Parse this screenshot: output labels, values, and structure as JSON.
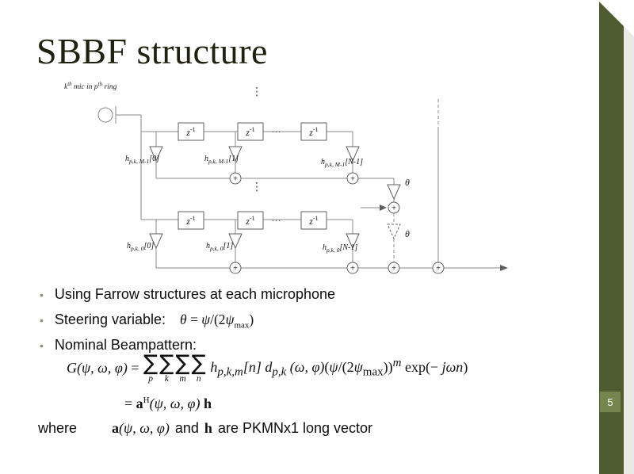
{
  "slide": {
    "title": "SBBF structure",
    "page_number": "5"
  },
  "colors": {
    "accent_band": "#4e5c30",
    "page_badge": "#75854e",
    "title": "#21210f",
    "bullet_marker": "#8b8b75"
  },
  "diagram": {
    "mic_label": {
      "k": "k",
      "sup1": "th",
      "mid": " mic in ",
      "p": "p",
      "sup2": "th",
      "tail": " ring"
    },
    "delay": {
      "base": "z",
      "exp": "-1"
    },
    "ellipsis": "...",
    "vdots": "⋮",
    "theta": "θ",
    "plus": "+",
    "row1_taps": [
      {
        "base": "h",
        "sub": "p,k, M-1",
        "idx": "[0]"
      },
      {
        "base": "h",
        "sub": "p,k, M-1",
        "idx": "[1]"
      },
      {
        "base": "h",
        "sub": "p,k, M-1",
        "idx": "[N-1]"
      }
    ],
    "row2_taps": [
      {
        "base": "h",
        "sub": "p,k, 0",
        "idx": "[0]"
      },
      {
        "base": "h",
        "sub": "p,k, 0",
        "idx": "[1]"
      },
      {
        "base": "h",
        "sub": "p,k, 0",
        "idx": "[N-1]"
      }
    ]
  },
  "bullets": {
    "b1": "Using Farrow structures at each microphone",
    "b2": "Steering variable:",
    "b3": "Nominal Beampattern:"
  },
  "formulas": {
    "steering": {
      "theta": "θ",
      "eq": " = ",
      "psi": "ψ",
      "open": "/(2",
      "psi2": "ψ",
      "max": "max",
      "close": ")"
    },
    "beampattern": {
      "G": "G",
      "Gargs": "(ψ, ω, φ)",
      "eq": " = ",
      "sigma": "∑",
      "lim_p": "p",
      "lim_k": "k",
      "lim_m": "m",
      "lim_n": "n",
      "h": "h",
      "hsub": "p,k,m",
      "nidx": "[n]",
      "d": "d",
      "dsub": "p,k",
      "dargs": "(ω, φ)",
      "popen": "(",
      "psi": "ψ",
      "mid": "/(2",
      "psi2": "ψ",
      "max": "max",
      "pclose": "))",
      "expm": "m",
      "exp": "exp(− ",
      "expvar": "jωn",
      "expclose": ")"
    },
    "line2": {
      "eq": "= ",
      "a": "a",
      "H": "H",
      "args": "(ψ, ω, φ)",
      "h": "h"
    },
    "where": {
      "label": "where",
      "a": "a",
      "args": "(ψ, ω, φ)",
      "and": "and",
      "h": "h",
      "rest": "are PKMNx1 long vector"
    }
  }
}
